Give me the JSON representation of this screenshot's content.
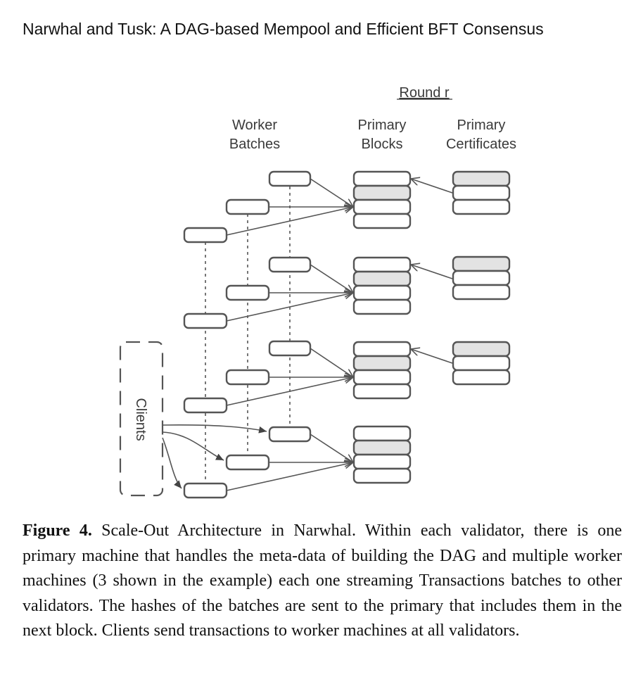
{
  "header": {
    "title": "Narwhal and Tusk: A DAG-based Mempool and Efficient BFT Consensus"
  },
  "diagram": {
    "round_label": "Round r",
    "columns": {
      "worker": [
        "Worker",
        "Batches"
      ],
      "primary_blocks": [
        "Primary",
        "Blocks"
      ],
      "primary_certificates": [
        "Primary",
        "Certificates"
      ]
    },
    "clients_label": "Clients",
    "colors": {
      "stroke": "#555555",
      "fill_empty": "#ffffff",
      "fill_highlight": "#e3e3e3",
      "label": "#3a3a3a"
    }
  },
  "caption": {
    "label": "Figure 4.",
    "text": "Scale-Out Architecture in Narwhal. Within each validator, there is one primary machine that handles the meta-data of building the DAG and multiple worker machines (3 shown in the example) each one streaming Transactions batches to other validators. The hashes of the batches are sent to the primary that includes them in the next block. Clients send transactions to worker machines at all validators."
  }
}
